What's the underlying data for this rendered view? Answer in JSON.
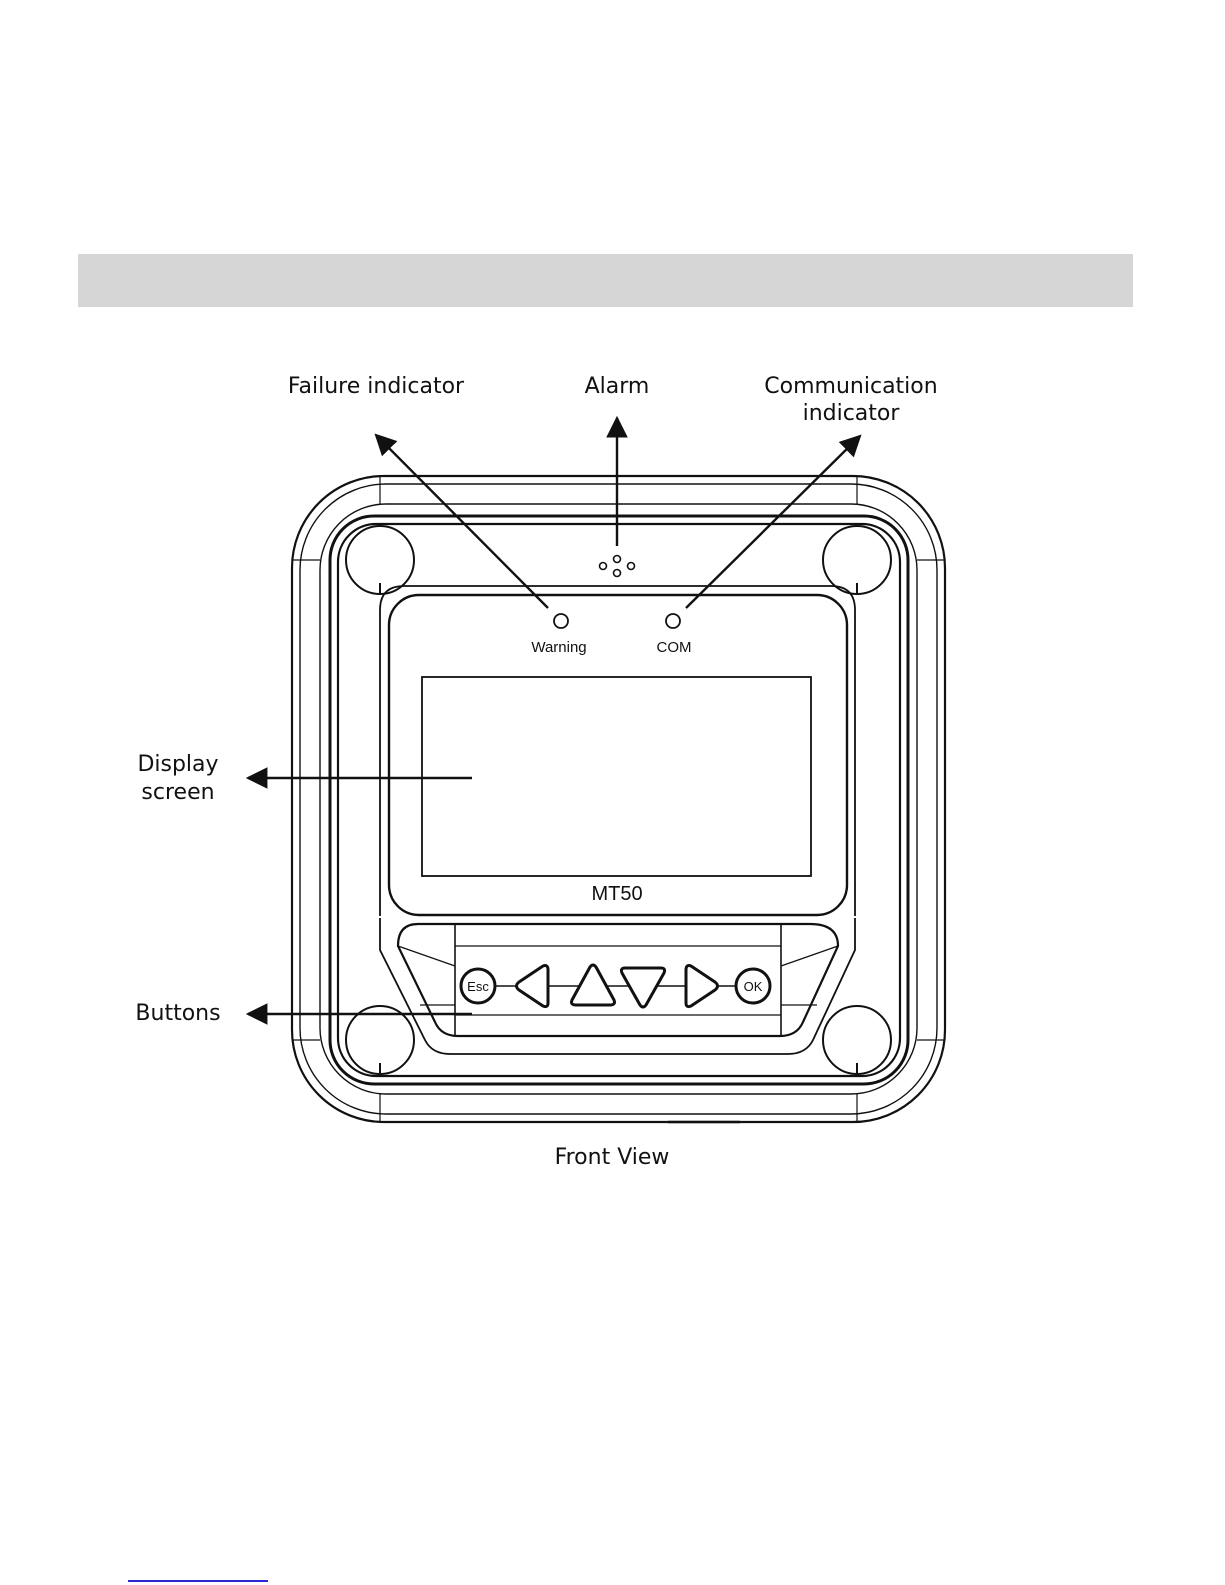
{
  "labels": {
    "failure_indicator": "Failure indicator",
    "alarm": "Alarm",
    "communication_line1": "Communication",
    "communication_line2": "indicator",
    "display_line1": "Display",
    "display_line2": "screen",
    "buttons": "Buttons",
    "caption": "Front View"
  },
  "device": {
    "warning_label": "Warning",
    "com_label": "COM",
    "model": "MT50",
    "buttons": {
      "esc": "Esc",
      "ok": "OK"
    }
  },
  "colors": {
    "band": "#d6d6d6",
    "line": "#111111",
    "link_rule": "#2b2bd6"
  }
}
